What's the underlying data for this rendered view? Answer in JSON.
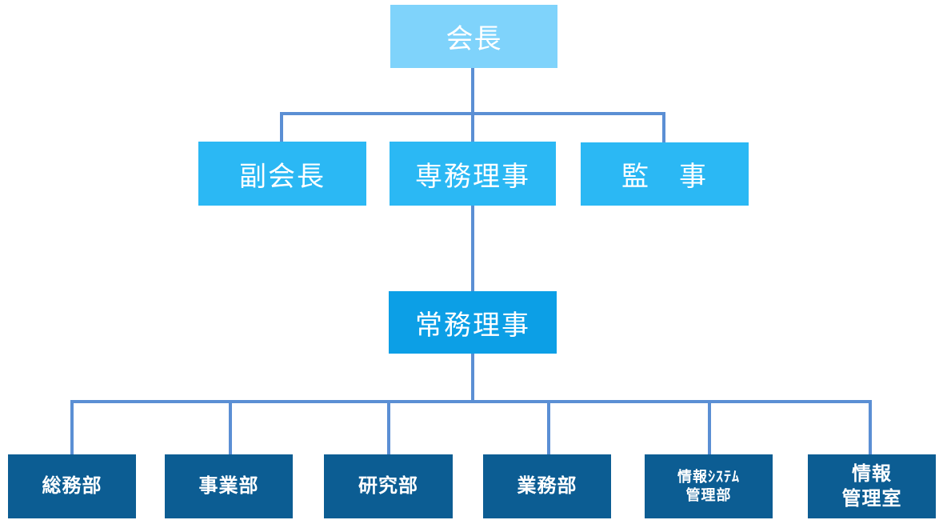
{
  "chairman": "会長",
  "executives": [
    {
      "label": "副会長"
    },
    {
      "label": "専務理事"
    },
    {
      "label": "監　事"
    }
  ],
  "managing_director": "常務理事",
  "departments": [
    {
      "lines": [
        "総務部"
      ]
    },
    {
      "lines": [
        "事業部"
      ]
    },
    {
      "lines": [
        "研究部"
      ]
    },
    {
      "lines": [
        "業務部"
      ]
    },
    {
      "lines": [
        "情報ｼｽﾃﾑ",
        "管理部"
      ]
    },
    {
      "lines": [
        "情報",
        "管理室"
      ]
    }
  ],
  "colors": {
    "chairman_box": "#7fd3fb",
    "executive_box": "#2bb8f4",
    "managing_box": "#0c9fe6",
    "department_box": "#0c5d93",
    "connector": "#5b8fd4"
  }
}
